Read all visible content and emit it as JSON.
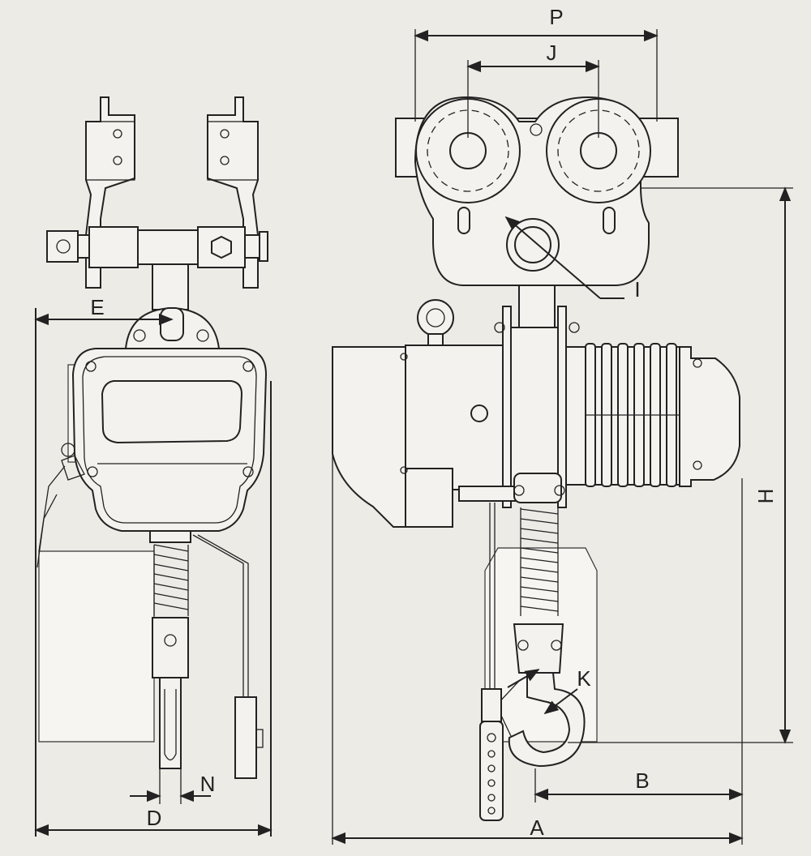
{
  "labels": {
    "P": "P",
    "J": "J",
    "I": "I",
    "H": "H",
    "E": "E",
    "K": "K",
    "B": "B",
    "N": "N",
    "D": "D",
    "A": "A"
  },
  "colors": {
    "background": "#ecebe6",
    "line": "#222222"
  }
}
